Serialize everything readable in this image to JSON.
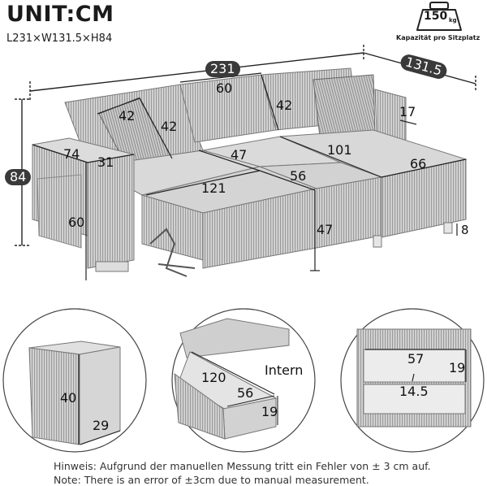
{
  "header": {
    "unit_title": "UNIT:CM",
    "overall_dimensions": "L231×W131.5×H84"
  },
  "capacity": {
    "icon": "weight-icon",
    "value": "150",
    "unit": "kg",
    "label": "Kapazität pro Sitzplatz"
  },
  "main_diagram": {
    "length_badge": "231",
    "width_badge": "131.5",
    "height_badge": "84",
    "back_cushion_width": "60",
    "back_cushion_height": "42",
    "pillow_width": "42",
    "pillow_height": "42",
    "armrest_depth": "74",
    "armrest_width": "31",
    "armrest_height": "60",
    "chaise_armrest_width": "17",
    "seat_depth": "47",
    "chaise_length": "101",
    "chaise_width": "66",
    "bed_width": "121",
    "bed_extension_depth": "56",
    "seat_height": "47",
    "leg_height": "8"
  },
  "detail_ottoman": {
    "height": "40",
    "width": "29"
  },
  "detail_storage": {
    "length": "120",
    "width": "56",
    "depth": "19",
    "label": "Intern"
  },
  "detail_drawer": {
    "width": "57",
    "height": "19",
    "inner_height": "14.5"
  },
  "footer": {
    "note_de": "Hinweis: Aufgrund der manuellen Messung tritt ein Fehler von ± 3 cm auf.",
    "note_en": "Note: There is an error of ±3cm due to manual measurement."
  }
}
